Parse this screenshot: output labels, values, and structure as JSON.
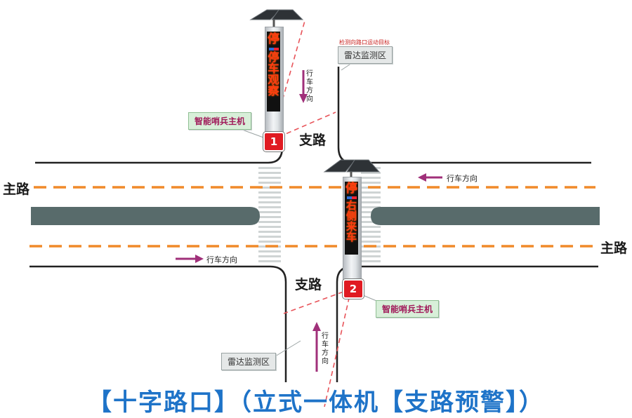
{
  "main_road_label_left": "主路",
  "main_road_label_right": "主路",
  "branch_road_label_top": "支路",
  "branch_road_label_bottom": "支路",
  "direction_labels": {
    "top_branch": "行车方向",
    "bottom_branch": "行车方向",
    "main_upper": "行车方向",
    "main_lower": "行车方向"
  },
  "radar_zone_top": "雷达监测区",
  "radar_zone_bottom": "雷达监测区",
  "radar_note_top": "检测向路口运动目标",
  "host_label_top": "智能哨兵主机",
  "host_label_bottom": "智能哨兵主机",
  "unit_1": {
    "number": "1",
    "display": [
      "停",
      "停车观察"
    ]
  },
  "unit_2": {
    "number": "2",
    "display": [
      "停",
      "右侧来车"
    ]
  },
  "title": "【十字路口】（立式一体机【支路预警】）",
  "colors": {
    "lane_dash": "#f08a2a",
    "median": "#586b6b",
    "arrow": "#a0307a",
    "radar_line": "#e8545a",
    "badge": "#e01b22",
    "led": "#ff3b12",
    "title": "#1e73c8"
  }
}
